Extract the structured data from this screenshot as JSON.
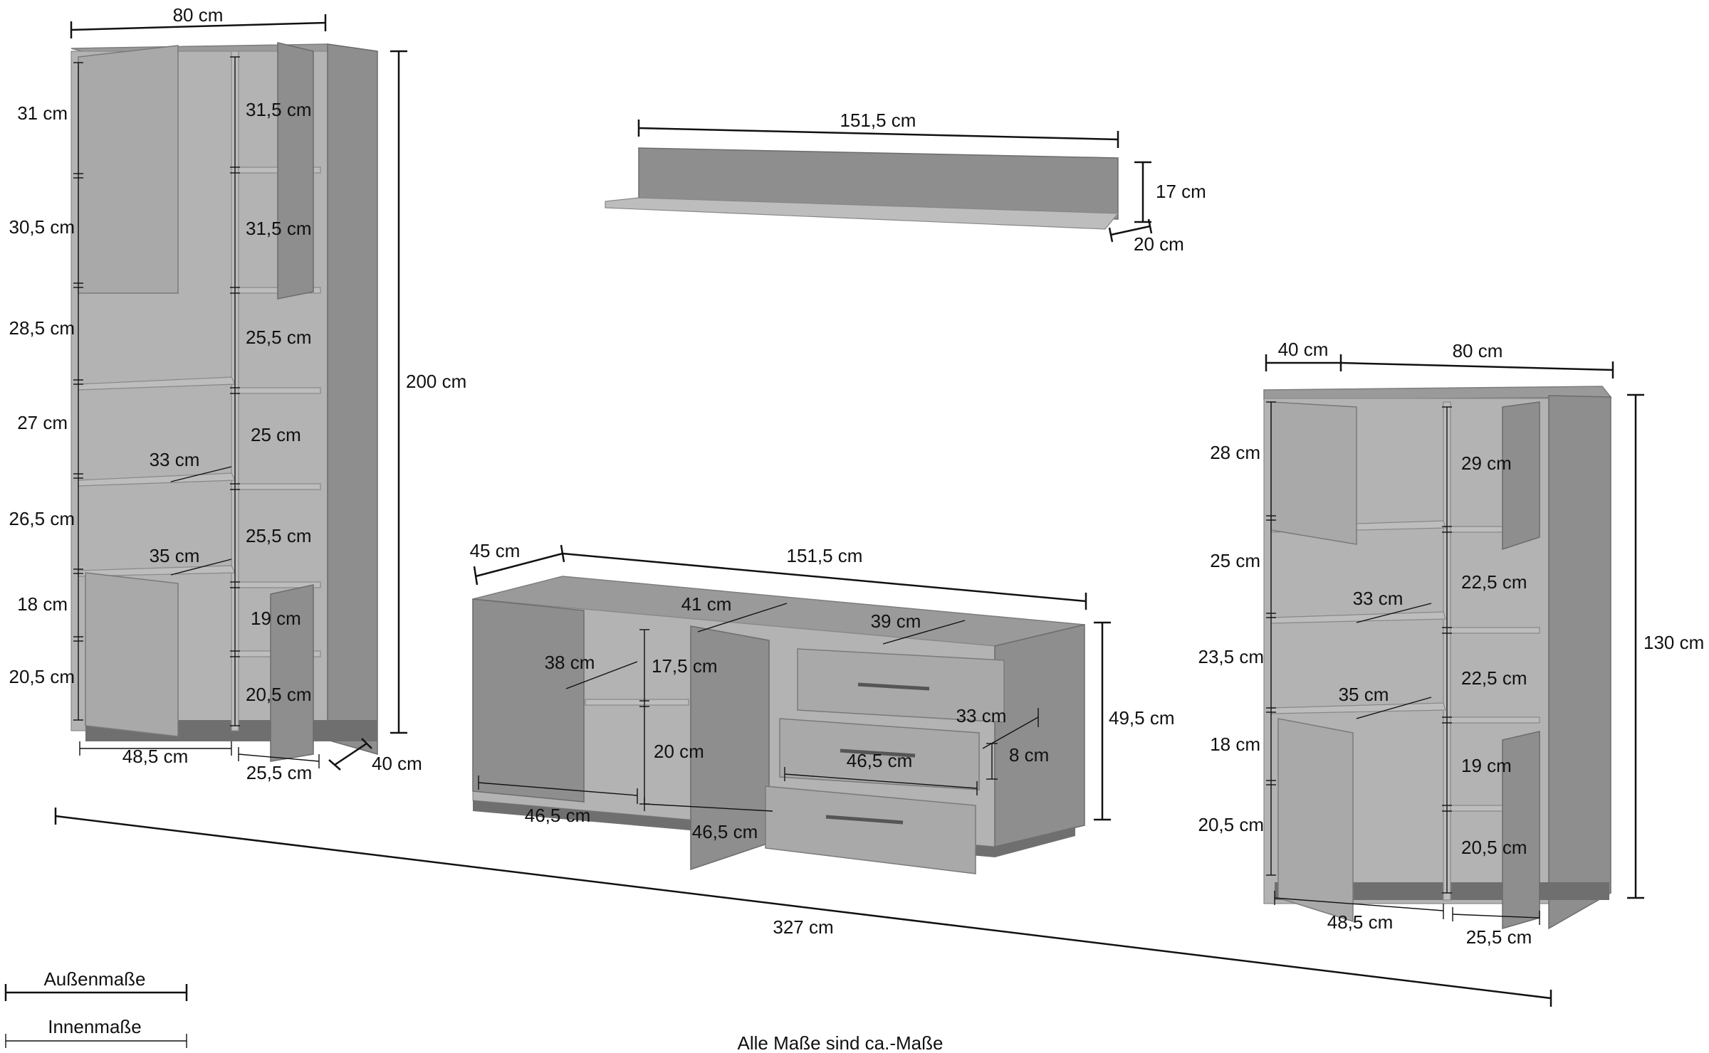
{
  "tall_cabinet": {
    "width": "80 cm",
    "height": "200 cm",
    "depth": "40 cm",
    "left_heights": [
      "31 cm",
      "30,5 cm",
      "28,5 cm",
      "27 cm",
      "26,5 cm",
      "18 cm",
      "20,5 cm"
    ],
    "right_heights": [
      "31,5 cm",
      "31,5 cm",
      "25,5 cm",
      "25 cm",
      "25,5 cm",
      "19 cm",
      "20,5 cm"
    ],
    "shelf_depth_upper": "33 cm",
    "shelf_depth_lower": "35 cm",
    "inner_width_left": "48,5 cm",
    "inner_width_right": "25,5 cm"
  },
  "wall_shelf": {
    "width": "151,5 cm",
    "height": "17 cm",
    "depth": "20 cm"
  },
  "sideboard": {
    "depth": "45 cm",
    "width": "151,5 cm",
    "height": "49,5 cm",
    "inner_depth_left": "41 cm",
    "inner_depth_right": "39 cm",
    "shelf_depth": "38 cm",
    "compartment_upper": "17,5 cm",
    "compartment_lower": "20 cm",
    "drawer_depth": "33 cm",
    "drawer_width": "46,5 cm",
    "drawer_height": "8 cm",
    "inner_width_left": "46,5 cm",
    "inner_width_mid": "46,5 cm"
  },
  "small_cabinet": {
    "depth": "40 cm",
    "width": "80 cm",
    "height": "130 cm",
    "left_heights": [
      "28 cm",
      "25 cm",
      "23,5 cm",
      "18 cm",
      "20,5 cm"
    ],
    "right_heights": [
      "29 cm",
      "22,5 cm",
      "22,5 cm",
      "19 cm",
      "20,5 cm"
    ],
    "shelf_depth_upper": "33 cm",
    "shelf_depth_lower": "35 cm",
    "inner_width_left": "48,5 cm",
    "inner_width_right": "25,5 cm"
  },
  "overall": {
    "total_width": "327 cm",
    "legend_outer": "Außenmaße",
    "legend_inner": "Innenmaße",
    "note": "Alle Maße sind ca.-Maße"
  }
}
